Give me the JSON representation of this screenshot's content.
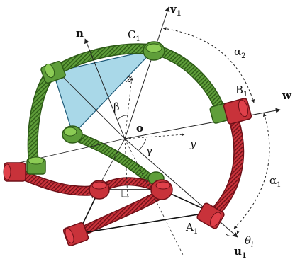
{
  "labels": {
    "v": "v",
    "v_sub": "1",
    "n": "n",
    "c": "C",
    "c_sub": "1",
    "alpha2": "α",
    "alpha2_sub": "2",
    "b": "B",
    "b_sub": "1",
    "w": "w",
    "z": "z",
    "beta": "β",
    "o": "o",
    "y": "y",
    "gamma": "γ",
    "alpha1": "α",
    "alpha1_sub": "1",
    "a": "A",
    "a_sub": "1",
    "theta": "θ",
    "theta_sub": "i",
    "u": "u",
    "u_sub": "1"
  },
  "colors": {
    "green_link": "#5f9e3a",
    "green_dark": "#2d5a17",
    "green_joint": "#8ccc55",
    "red_link": "#c8323a",
    "red_dark": "#6e1018",
    "red_joint": "#e0404a",
    "triangle_fill": "#a9d8e8",
    "axis": "#222222"
  }
}
